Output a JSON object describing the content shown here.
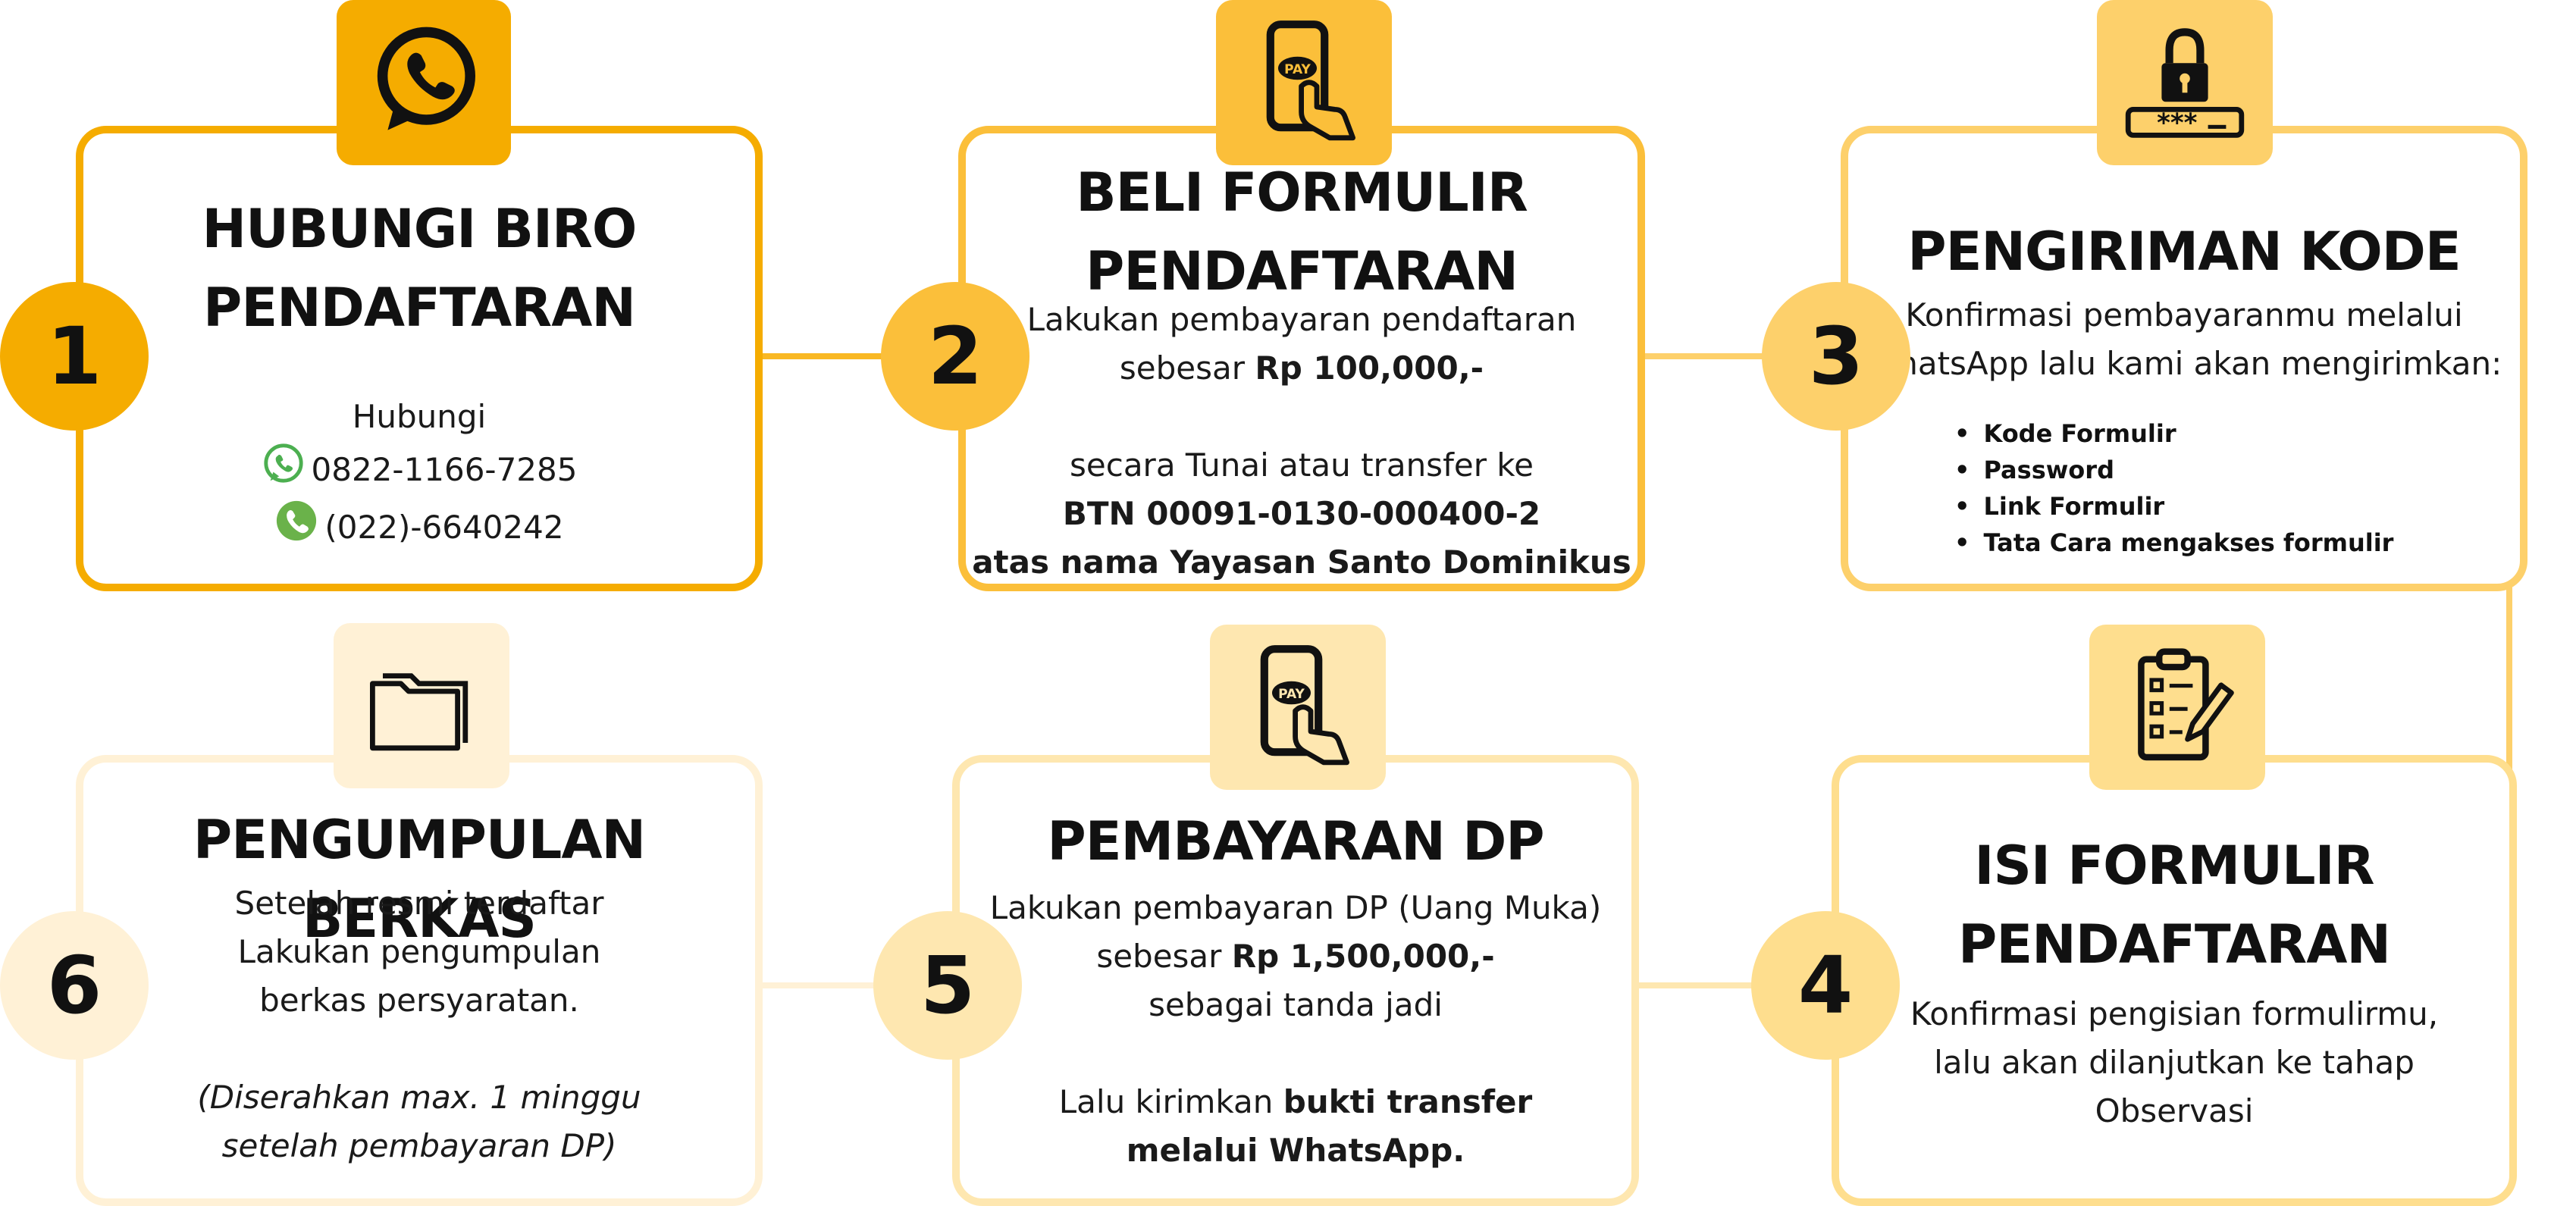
{
  "colors": {
    "step1": "#F5AC00",
    "step2": "#FBBF3A",
    "step3": "#FDD06B",
    "step4": "#FEDE8E",
    "step5": "#FEE7B0",
    "step6": "#FFF1D6",
    "whatsapp": "#4CAF50",
    "text": "#111111"
  },
  "steps": [
    {
      "number": "1",
      "icon": "whatsapp-icon",
      "title_lines": [
        "HUBUNGI BIRO",
        "PENDAFTARAN"
      ],
      "intro": "Hubungi",
      "contacts": [
        {
          "icon": "whatsapp-icon",
          "text": "0822-1166-7285"
        },
        {
          "icon": "phone-icon",
          "text": "(022)-6640242"
        }
      ]
    },
    {
      "number": "2",
      "icon": "phone-pay-icon",
      "title_lines": [
        "BELI FORMULIR",
        "PENDAFTARAN"
      ],
      "line1": "Lakukan pembayaran pendaftaran",
      "line2_prefix": "sebesar ",
      "line2_amount": "Rp 100,000,-",
      "line3": "secara Tunai atau transfer ke",
      "line4": "BTN 00091-0130-000400-2",
      "line5": "atas nama Yayasan Santo Dominikus"
    },
    {
      "number": "3",
      "icon": "lock-password-icon",
      "title": "PENGIRIMAN KODE",
      "line1": "Konfirmasi pembayaranmu melalui",
      "line2": "WhatsApp lalu kami akan mengirimkan:",
      "bullets": [
        "Kode Formulir",
        "Password",
        "Link Formulir",
        "Tata Cara mengakses formulir"
      ]
    },
    {
      "number": "4",
      "icon": "checklist-icon",
      "title_lines": [
        "ISI FORMULIR",
        "PENDAFTARAN"
      ],
      "lines": [
        "Konfirmasi pengisian formulirmu,",
        "lalu akan dilanjutkan ke tahap",
        "Observasi"
      ]
    },
    {
      "number": "5",
      "icon": "phone-pay-icon",
      "title": "PEMBAYARAN DP",
      "line1": "Lakukan pembayaran DP (Uang Muka)",
      "line2_prefix": "sebesar ",
      "line2_amount": "Rp 1,500,000,-",
      "line3": "sebagai tanda jadi",
      "line4_prefix": "Lalu kirimkan ",
      "line4_bold": "bukti transfer",
      "line5": "melalui WhatsApp."
    },
    {
      "number": "6",
      "icon": "folder-icon",
      "title": "PENGUMPULAN BERKAS",
      "lines": [
        "Setelah resmi terdaftar",
        "Lakukan pengumpulan",
        "berkas persyaratan."
      ],
      "note_lines": [
        "(Diserahkan max. 1 minggu",
        "setelah pembayaran DP)"
      ]
    }
  ]
}
